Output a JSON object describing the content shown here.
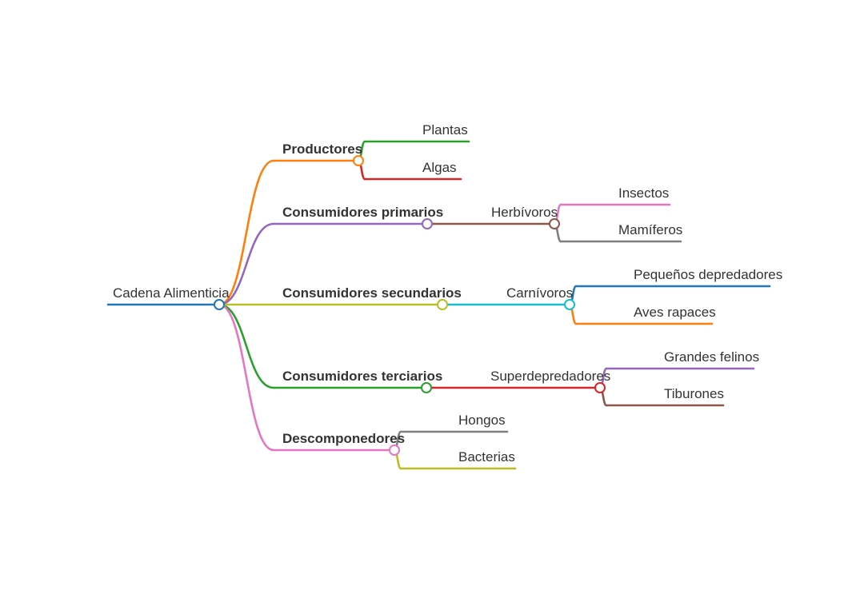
{
  "mindmap": {
    "root": {
      "label": "Cadena Alimenticia",
      "color": "#1f77b4"
    },
    "branches": [
      {
        "label": "Productores",
        "color": "#ff7f0e",
        "children": [
          {
            "label": "Plantas",
            "color": "#2ca02c"
          },
          {
            "label": "Algas",
            "color": "#d62728"
          }
        ]
      },
      {
        "label": "Consumidores primarios",
        "color": "#9467bd",
        "children": [
          {
            "label": "Herbívoros",
            "color": "#8c564b",
            "children": [
              {
                "label": "Insectos",
                "color": "#e377c2"
              },
              {
                "label": "Mamíferos",
                "color": "#7f7f7f"
              }
            ]
          }
        ]
      },
      {
        "label": "Consumidores secundarios",
        "color": "#bcbd22",
        "children": [
          {
            "label": "Carnívoros",
            "color": "#17becf",
            "children": [
              {
                "label": "Pequeños depredadores",
                "color": "#1f77b4"
              },
              {
                "label": "Aves rapaces",
                "color": "#ff7f0e"
              }
            ]
          }
        ]
      },
      {
        "label": "Consumidores terciarios",
        "color": "#2ca02c",
        "children": [
          {
            "label": "Superdepredadores",
            "color": "#d62728",
            "children": [
              {
                "label": "Grandes felinos",
                "color": "#9467bd"
              },
              {
                "label": "Tiburones",
                "color": "#8c564b"
              }
            ]
          }
        ]
      },
      {
        "label": "Descomponedores",
        "color": "#e377c2",
        "children": [
          {
            "label": "Hongos",
            "color": "#7f7f7f"
          },
          {
            "label": "Bacterias",
            "color": "#bcbd22"
          }
        ]
      }
    ]
  }
}
